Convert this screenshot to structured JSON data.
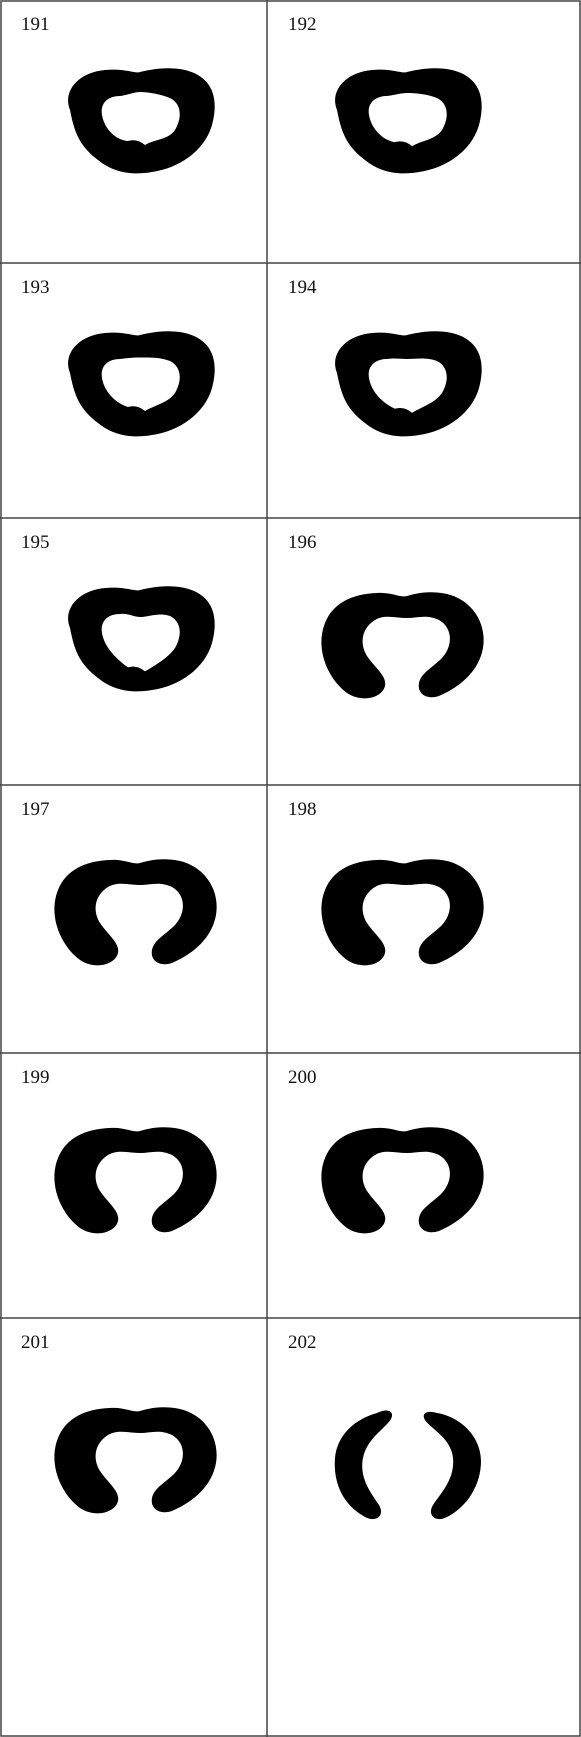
{
  "cells": [
    {
      "label": "191",
      "stage": "closed",
      "notch": 0.0
    },
    {
      "label": "192",
      "stage": "closed",
      "notch": 0.1
    },
    {
      "label": "193",
      "stage": "closed",
      "notch": 0.25
    },
    {
      "label": "194",
      "stage": "closed",
      "notch": 0.4
    },
    {
      "label": "195",
      "stage": "closed",
      "notch": 0.7
    },
    {
      "label": "196",
      "stage": "open",
      "notch": 0.0
    },
    {
      "label": "197",
      "stage": "open",
      "notch": 0.0
    },
    {
      "label": "198",
      "stage": "open",
      "notch": 0.0
    },
    {
      "label": "199",
      "stage": "open",
      "notch": 0.0
    },
    {
      "label": "200",
      "stage": "open",
      "notch": 0.0
    },
    {
      "label": "201",
      "stage": "open",
      "notch": 0.0
    },
    {
      "label": "202",
      "stage": "split",
      "notch": 0.0
    }
  ],
  "colors": {
    "shape": "#000000",
    "line": "#444444",
    "background": "#ffffff"
  }
}
